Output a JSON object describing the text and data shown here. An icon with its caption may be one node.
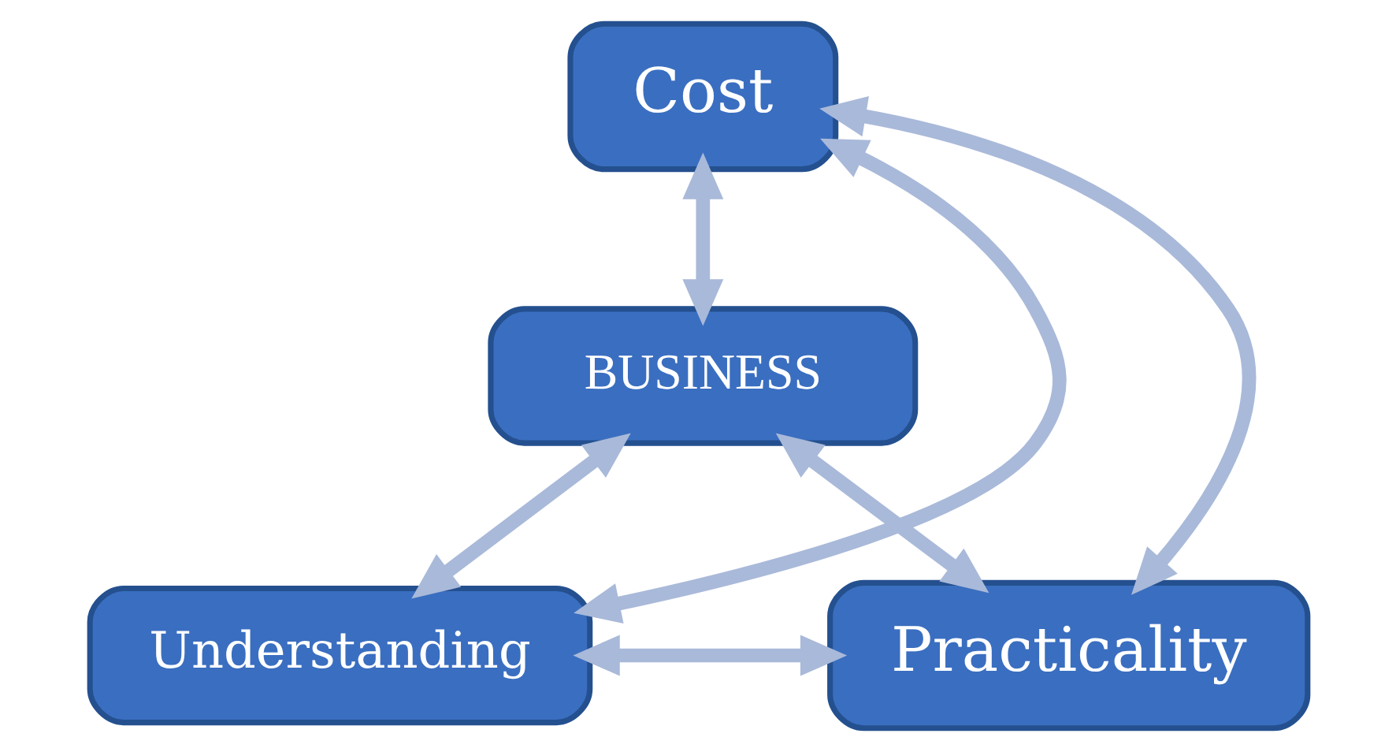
{
  "diagram": {
    "nodes": [
      {
        "text": [
          "Cost"
        ]
      },
      {
        "text": [
          "BUSINESS"
        ]
      },
      {
        "text": [
          "Understanding"
        ]
      },
      {
        "text": [
          "Practicality"
        ]
      }
    ],
    "edges": [
      {
        "from": 0,
        "to": 2,
        "arrow": "both"
      },
      {
        "from": 0,
        "to": 1,
        "arrow": "both"
      },
      {
        "from": 0,
        "to": 3,
        "arrow": "both"
      },
      {
        "from": 1,
        "to": 2,
        "arrow": "both"
      },
      {
        "from": 1,
        "to": 3,
        "arrow": "both"
      },
      {
        "from": 2,
        "to": 3,
        "arrow": "both"
      }
    ]
  }
}
